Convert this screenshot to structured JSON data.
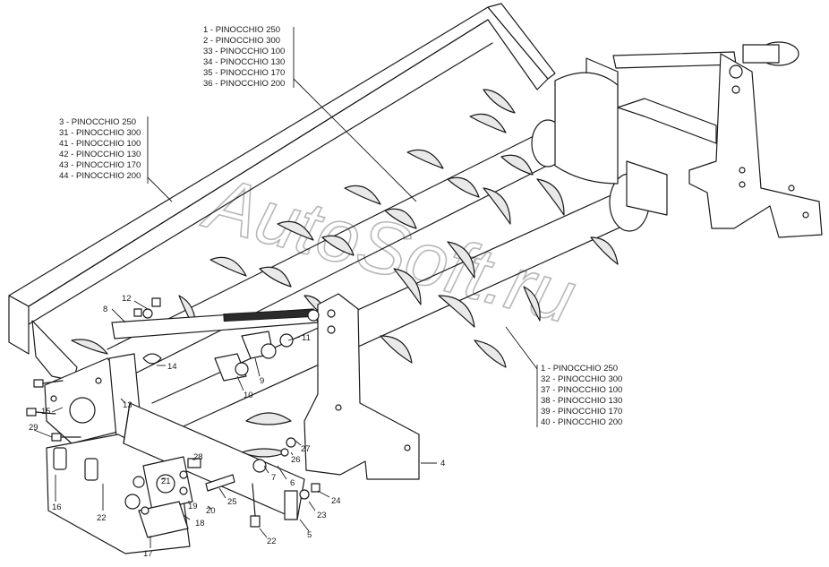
{
  "watermark": "AutoSoft.ru",
  "legends": {
    "group_a": [
      "1   - PINOCCHIO 250",
      "2   - PINOCCHIO 300",
      "33 - PINOCCHIO 100",
      "34 - PINOCCHIO 130",
      "35 - PINOCCHIO 170",
      "36 - PINOCCHIO 200"
    ],
    "group_b": [
      "3   - PINOCCHIO 250",
      "31 - PINOCCHIO 300",
      "41 - PINOCCHIO 100",
      "42 - PINOCCHIO 130",
      "43 - PINOCCHIO 170",
      "44 - PINOCCHIO 200"
    ],
    "group_c": [
      "1   - PINOCCHIO 250",
      "32 - PINOCCHIO 300",
      "37 - PINOCCHIO 100",
      "38 - PINOCCHIO 130",
      "39 - PINOCCHIO 170",
      "40 - PINOCCHIO 200"
    ]
  },
  "callouts": {
    "c4": "4",
    "c5": "5",
    "c6": "6",
    "c7": "7",
    "c8": "8",
    "c9": "9",
    "c10": "10",
    "c11": "11",
    "c12": "12",
    "c13": "13",
    "c14": "14",
    "c15": "15",
    "c16": "16",
    "c17": "17",
    "c18": "18",
    "c19": "19",
    "c20": "20",
    "c21": "21",
    "c22a": "22",
    "c22b": "22",
    "c23": "23",
    "c24": "24",
    "c25": "25",
    "c26": "26",
    "c27": "27",
    "c28": "28",
    "c29": "29"
  }
}
